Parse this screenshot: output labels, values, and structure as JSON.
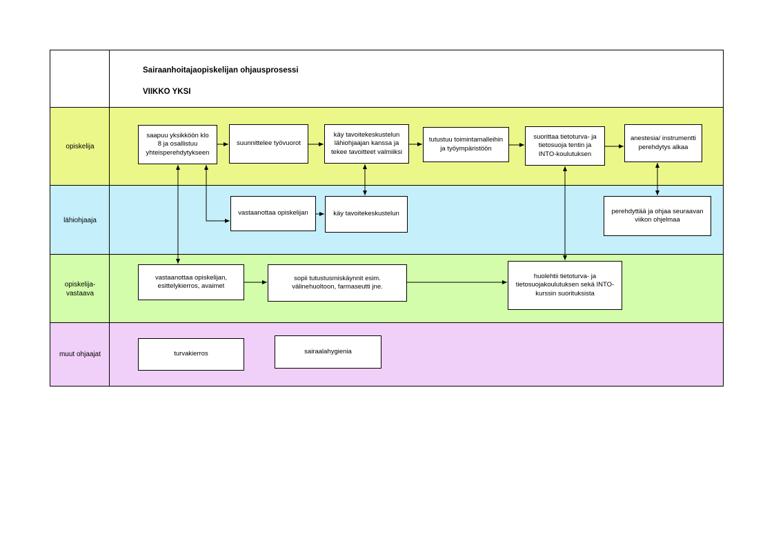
{
  "title": "Sairaanhoitajaopiskelijan ohjausprosessi",
  "subtitle": "VIIKKO YKSI",
  "colors": {
    "lane_opiskelija": "#ecf78a",
    "lane_lahiohjaaja": "#c5effa",
    "lane_opiskelijavastaava": "#d3fcab",
    "lane_muut": "#f0cff8",
    "line": "#000000"
  },
  "lanes": [
    {
      "id": "opiskelija",
      "label": "opiskelija"
    },
    {
      "id": "lahiohjaaja",
      "label": "lähiohjaaja"
    },
    {
      "id": "opiskelijavastaava",
      "label": "opiskelija-\nvastaava"
    },
    {
      "id": "muut",
      "label": "muut ohjaajat"
    }
  ],
  "boxes": {
    "saapuu": "saapuu yksikköön klo\n8 ja osallistuu\nyhteisperehdytykseen",
    "suunnittelee": "suunnittelee työvuorot",
    "kay_tavoite": "käy tavoitekeskustelun\nlähiohjaajan kanssa ja\ntekee tavoitteet valmiiksi",
    "tutustuu": "tutustuu toimintamalleihin\nja työympäristöön",
    "suorittaa": "suorittaa tietoturva- ja\ntietosuoja tentin ja\nINTO-koulutuksen",
    "anestesia": "anestesia/ instrumentti\nperehdytys alkaa",
    "vastaanottaa_lahi": "vastaanottaa opiskelijan",
    "kay_tavoite_lahi": "käy tavoitekeskustelun",
    "perehdyttaa": "perehdyttää ja ohjaa seuraavan\nviikon ohjelmaa",
    "vastaanottaa_vast": "vastaanottaa opiskelijan,\nesittelykierros, avaimet",
    "sopii": "sopii tutustusmiskäynnit esim.\nvälinehuoltoon, farmaseutti jne.",
    "huolehtii": "huolehtii tietoturva- ja\ntietosuojakoulutuksen sekä INTO-\nkurssin suorituksista",
    "turvakierros": "turvakierros",
    "sairaalahygienia": "sairaalahygienia"
  }
}
